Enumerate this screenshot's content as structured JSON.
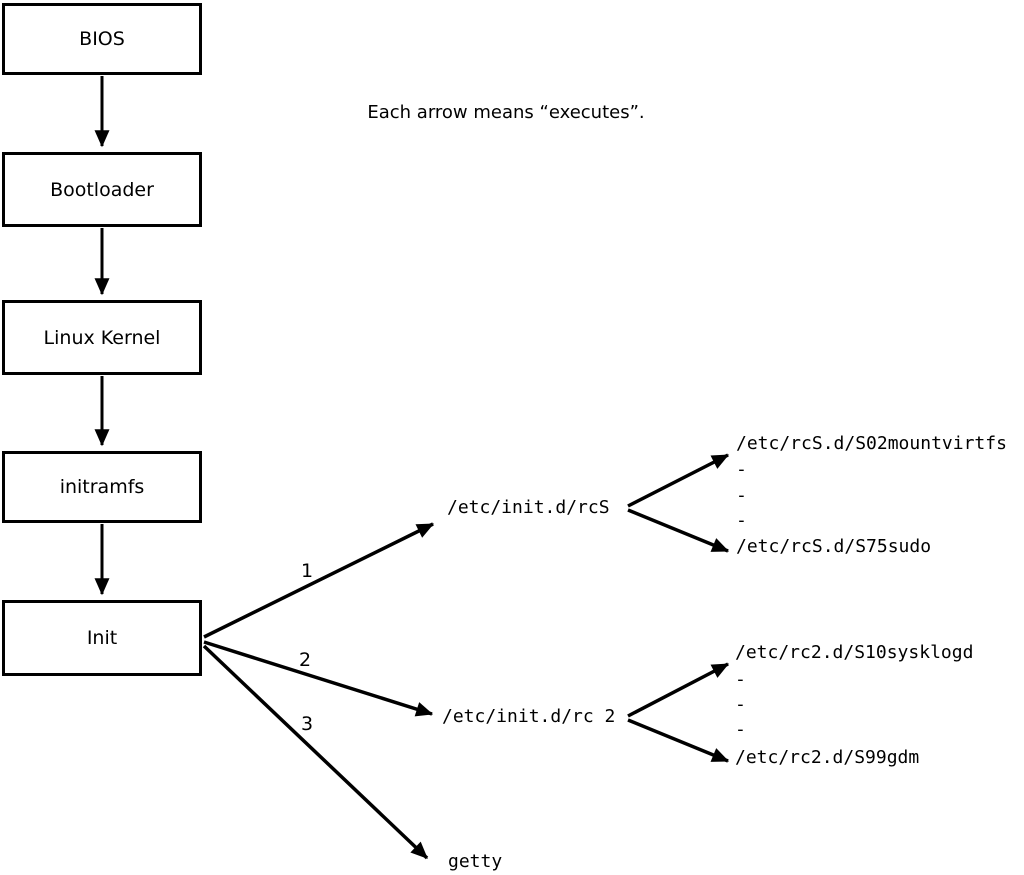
{
  "note": "Each arrow means “executes”.",
  "chain": [
    {
      "label": "BIOS"
    },
    {
      "label": "Bootloader"
    },
    {
      "label": "Linux Kernel"
    },
    {
      "label": "initramfs"
    },
    {
      "label": "Init"
    }
  ],
  "branches": [
    {
      "number": "1",
      "target": "/etc/init.d/rcS",
      "children": [
        "/etc/rcS.d/S02mountvirtfs",
        "-",
        "-",
        "-",
        "/etc/rcS.d/S75sudo"
      ]
    },
    {
      "number": "2",
      "target": "/etc/init.d/rc 2",
      "children": [
        "/etc/rc2.d/S10sysklogd",
        "-",
        "-",
        "-",
        "/etc/rc2.d/S99gdm"
      ]
    },
    {
      "number": "3",
      "target": "getty",
      "children": []
    }
  ],
  "colors": {
    "ink": "#000000",
    "background": "#ffffff"
  }
}
